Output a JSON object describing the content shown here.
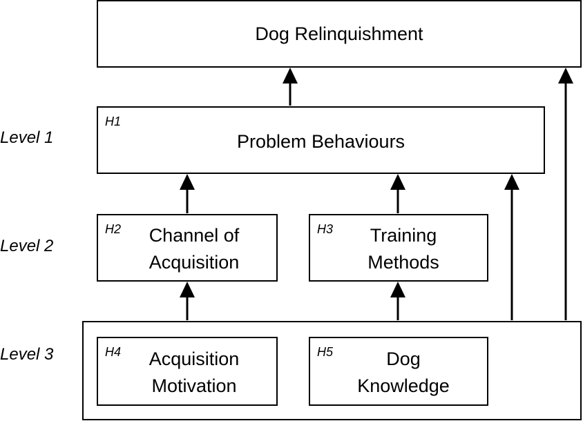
{
  "levels": {
    "level1": "Level 1",
    "level2": "Level 2",
    "level3": "Level 3"
  },
  "boxes": {
    "relinquishment": {
      "title": "Dog Relinquishment"
    },
    "problem": {
      "tag": "H1",
      "title": "Problem Behaviours"
    },
    "channel": {
      "tag": "H2",
      "line1": "Channel of",
      "line2": "Acquisition"
    },
    "training": {
      "tag": "H3",
      "line1": "Training",
      "line2": "Methods"
    },
    "motivation": {
      "tag": "H4",
      "line1": "Acquisition",
      "line2": "Motivation"
    },
    "knowledge": {
      "tag": "H5",
      "line1": "Dog",
      "line2": "Knowledge"
    }
  }
}
